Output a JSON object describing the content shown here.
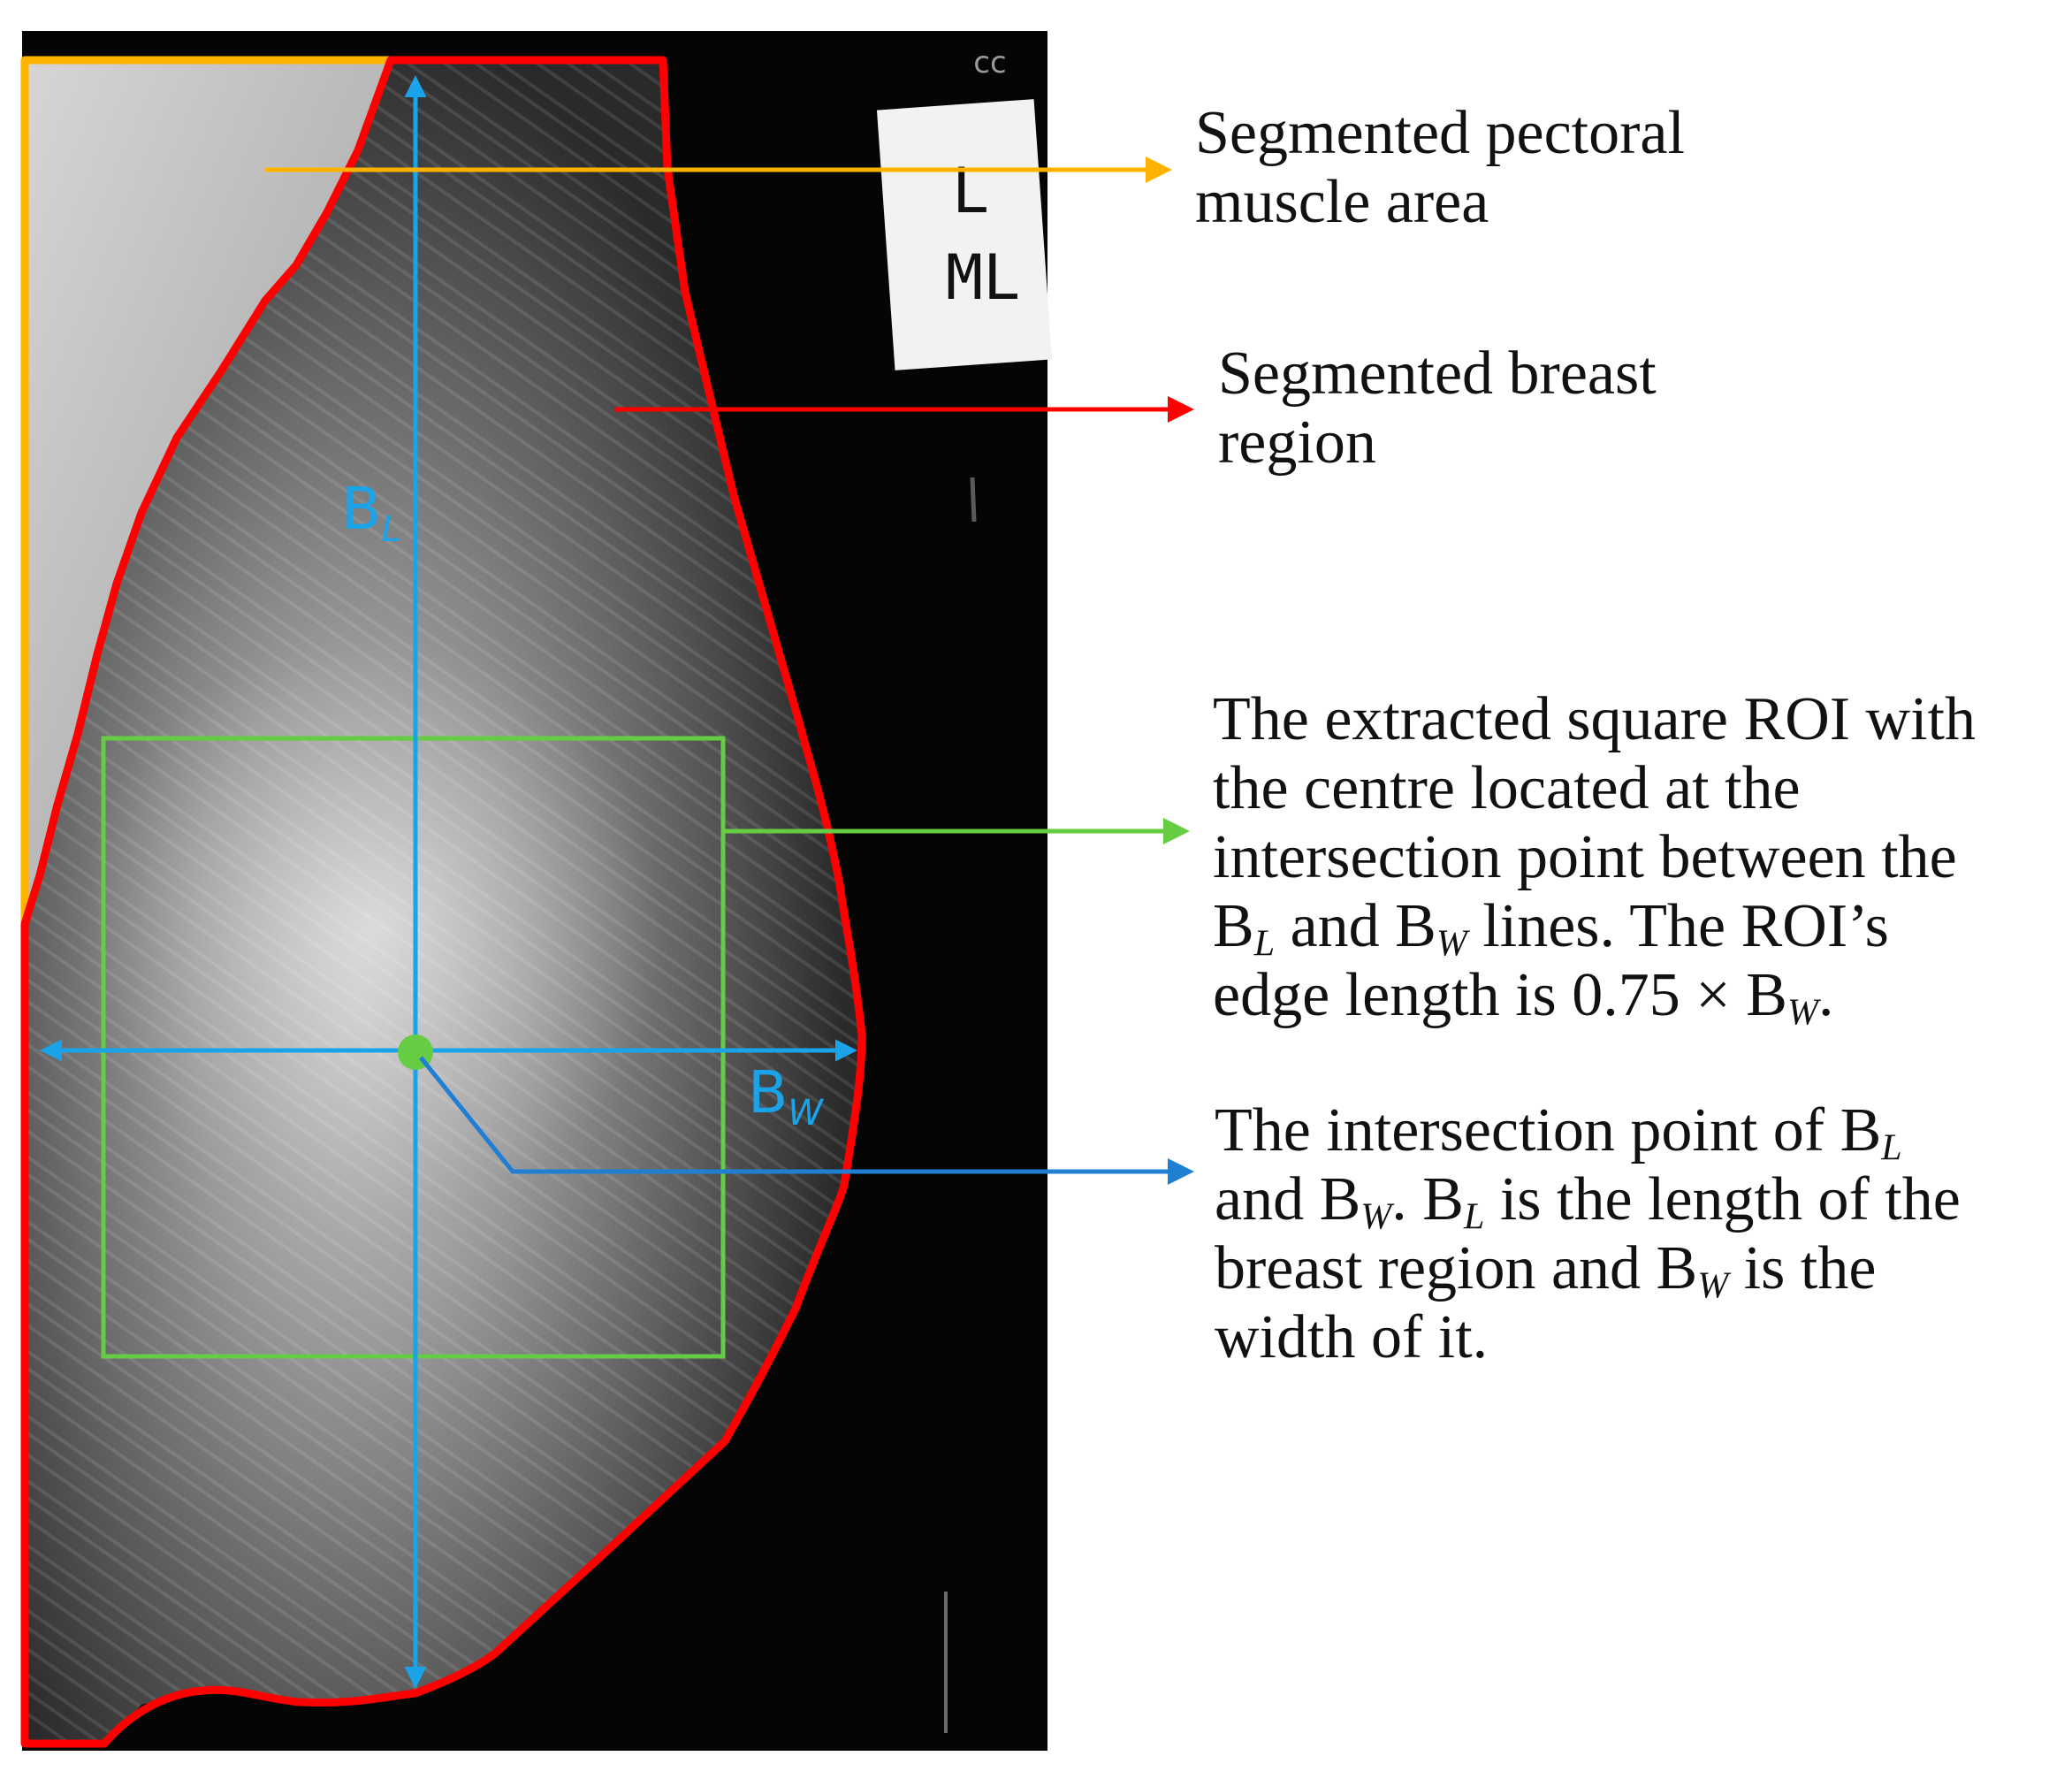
{
  "film_marker": {
    "side": "L",
    "view": "ML",
    "corner_mark": "ᴄᴄ"
  },
  "axis_labels": {
    "length": {
      "base": "B",
      "sub": "L"
    },
    "width": {
      "base": "B",
      "sub": "W"
    }
  },
  "annotations": {
    "pectoral": {
      "line1": "Segmented pectoral",
      "line2": "muscle area"
    },
    "breast": {
      "line1": "Segmented breast",
      "line2": "region"
    },
    "roi": {
      "line1": "The extracted square ROI with",
      "line2": "the centre located at the",
      "line3": "intersection point between the",
      "l4_b1": "B",
      "l4_s1": "L",
      "l4_t1": " and ",
      "l4_b2": "B",
      "l4_s2": "W",
      "l4_t2": " lines. The ROI’s",
      "l5_t1": "edge length is 0.75 × B",
      "l5_s1": "W",
      "l5_t2": "."
    },
    "intersection": {
      "l1_t1": "The intersection point of B",
      "l1_s1": "L",
      "l2_t1": "and B",
      "l2_s1": "W",
      "l2_t2": ". B",
      "l2_s2": "L",
      "l2_t3": " is the length of the",
      "l3_t1": "breast region and B",
      "l3_s1": "W",
      "l3_t2": " is the",
      "l4_t1": "width of it."
    }
  },
  "colors": {
    "pectoral_outline": "#FFB300",
    "breast_outline": "#FF0000",
    "roi_box": "#66CC44",
    "measure_lines": "#1AA3E8",
    "pointer_line": "#1F7FD4",
    "film_background": "#050505"
  }
}
